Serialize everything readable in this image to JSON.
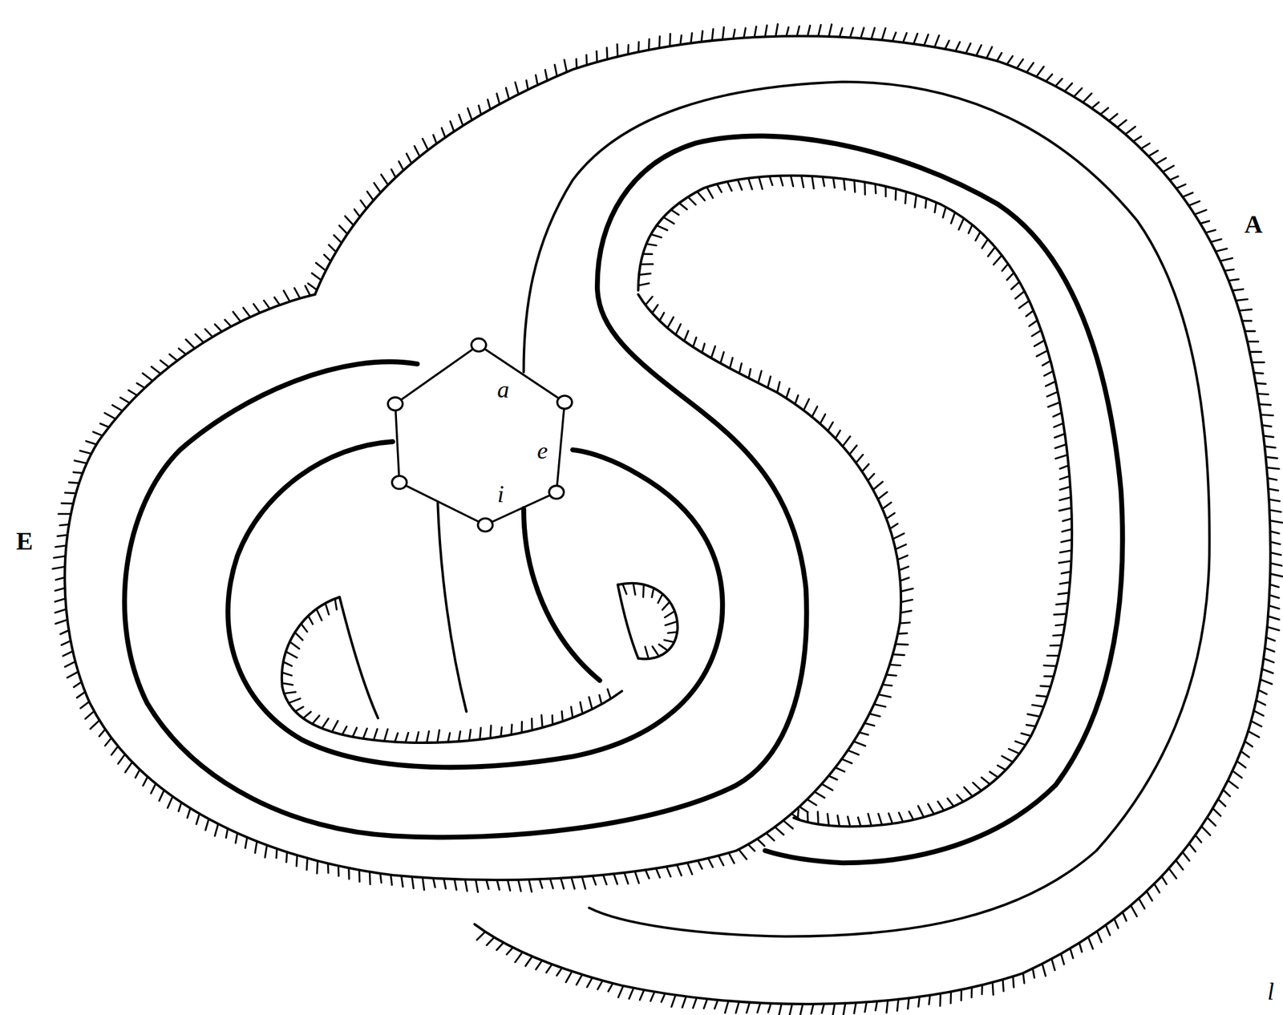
{
  "diagram": {
    "nodes": [
      {
        "text": [
          "a",
          "e",
          "i"
        ]
      }
    ],
    "labels": [
      "A",
      "E",
      "l"
    ]
  }
}
